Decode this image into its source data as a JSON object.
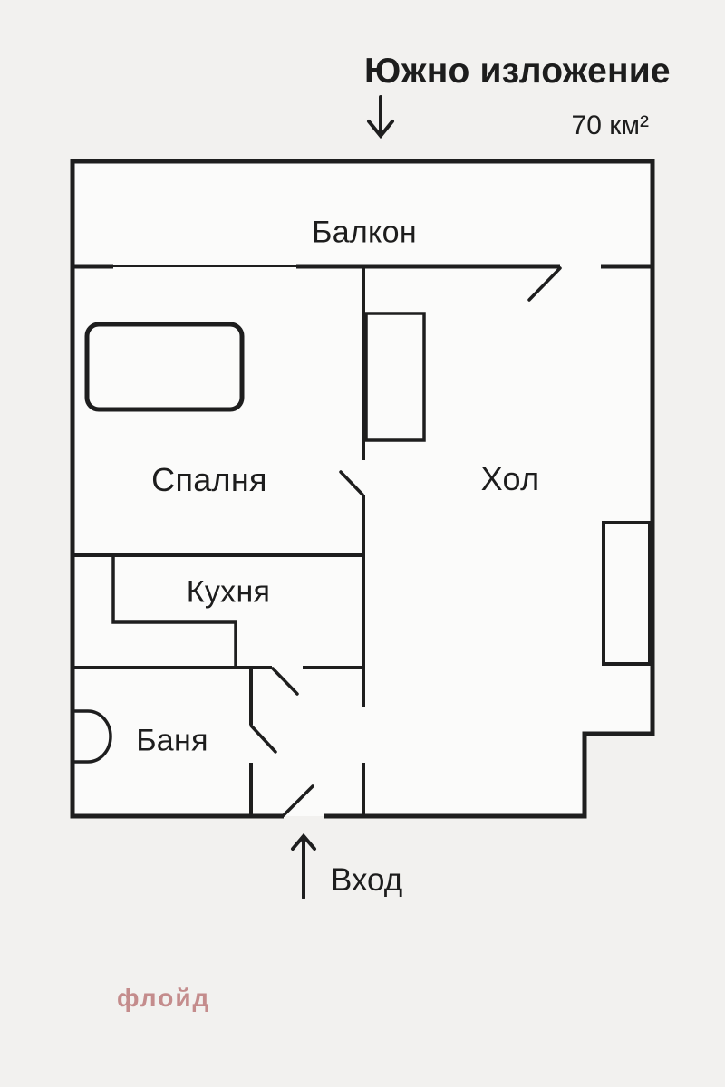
{
  "page": {
    "title": "Южно изложение",
    "area_label": "70 км²",
    "watermark": "флойд",
    "background_color": "#f2f1ef",
    "paper_color": "#fbfbfa",
    "line_color": "#1e1e1e",
    "watermark_color": "#c48c8c"
  },
  "rooms": {
    "balcony": "Балкон",
    "bedroom": "Спалня",
    "living_room": "Хол",
    "kitchen": "Кухня",
    "bathroom": "Баня"
  },
  "entrance": {
    "label": "Вход"
  },
  "icons": {
    "south_direction": "down-arrow",
    "entrance_direction": "up-arrow"
  }
}
